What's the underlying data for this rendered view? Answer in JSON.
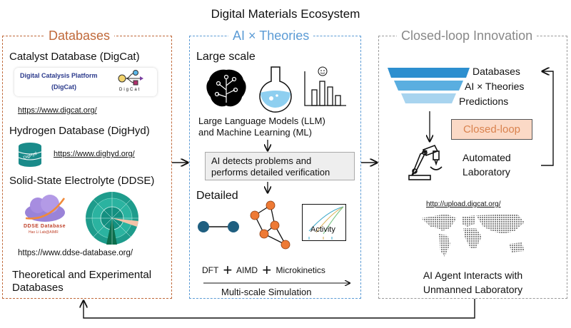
{
  "title": "Digital Materials Ecosystem",
  "colors": {
    "databases": "#c0693a",
    "ai_theories": "#5b9bd5",
    "closed_loop": "#9a9a9a",
    "closed_loop_fill": "#fbd9c6",
    "closed_loop_text": "#d9824e",
    "node_blue": "#1f5f80",
    "node_orange": "#ee7a35"
  },
  "databases": {
    "header": "Databases",
    "catalyst": {
      "label": "Catalyst Database (DigCat)",
      "card_title_1": "Digital Catalysis Platform",
      "card_title_2": "(DigCat)",
      "logo_text": "DigCat",
      "url": "https://www.digcat.org/"
    },
    "hydrogen": {
      "label": "Hydrogen Database (DigHyd)",
      "logo_text": "DigHyd",
      "url": "https://www.dighyd.org/"
    },
    "ddse": {
      "label": "Solid-State Electrolyte (DDSE)",
      "logo_text_1": "DDSE Database",
      "logo_text_2": "Hao Li Lab@AIMR",
      "url": "https://www.ddse-database.org/"
    },
    "footer_1": "Theoretical and Experimental",
    "footer_2": "Databases"
  },
  "ai_theories": {
    "header": "AI × Theories",
    "large_scale": "Large scale",
    "llm_1": "Large Language Models (LLM)",
    "llm_2": "and Machine Learning (ML)",
    "verify_1": "AI detects problems and",
    "verify_2": "performs detailed verification",
    "detailed": "Detailed",
    "activity": "Activity",
    "methods": [
      "DFT",
      "AIMD",
      "Microkinetics"
    ],
    "plus": "+",
    "simulation": "Multi-scale Simulation"
  },
  "closed_loop": {
    "header": "Closed-loop Innovation",
    "funnel": [
      "Databases",
      "AI × Theories",
      "Predictions"
    ],
    "badge": "Closed-loop",
    "lab_1": "Automated",
    "lab_2": "Laboratory",
    "url": "http://upload.digcat.org/",
    "agent_1": "AI Agent Interacts with",
    "agent_2": "Unmanned Laboratory"
  }
}
